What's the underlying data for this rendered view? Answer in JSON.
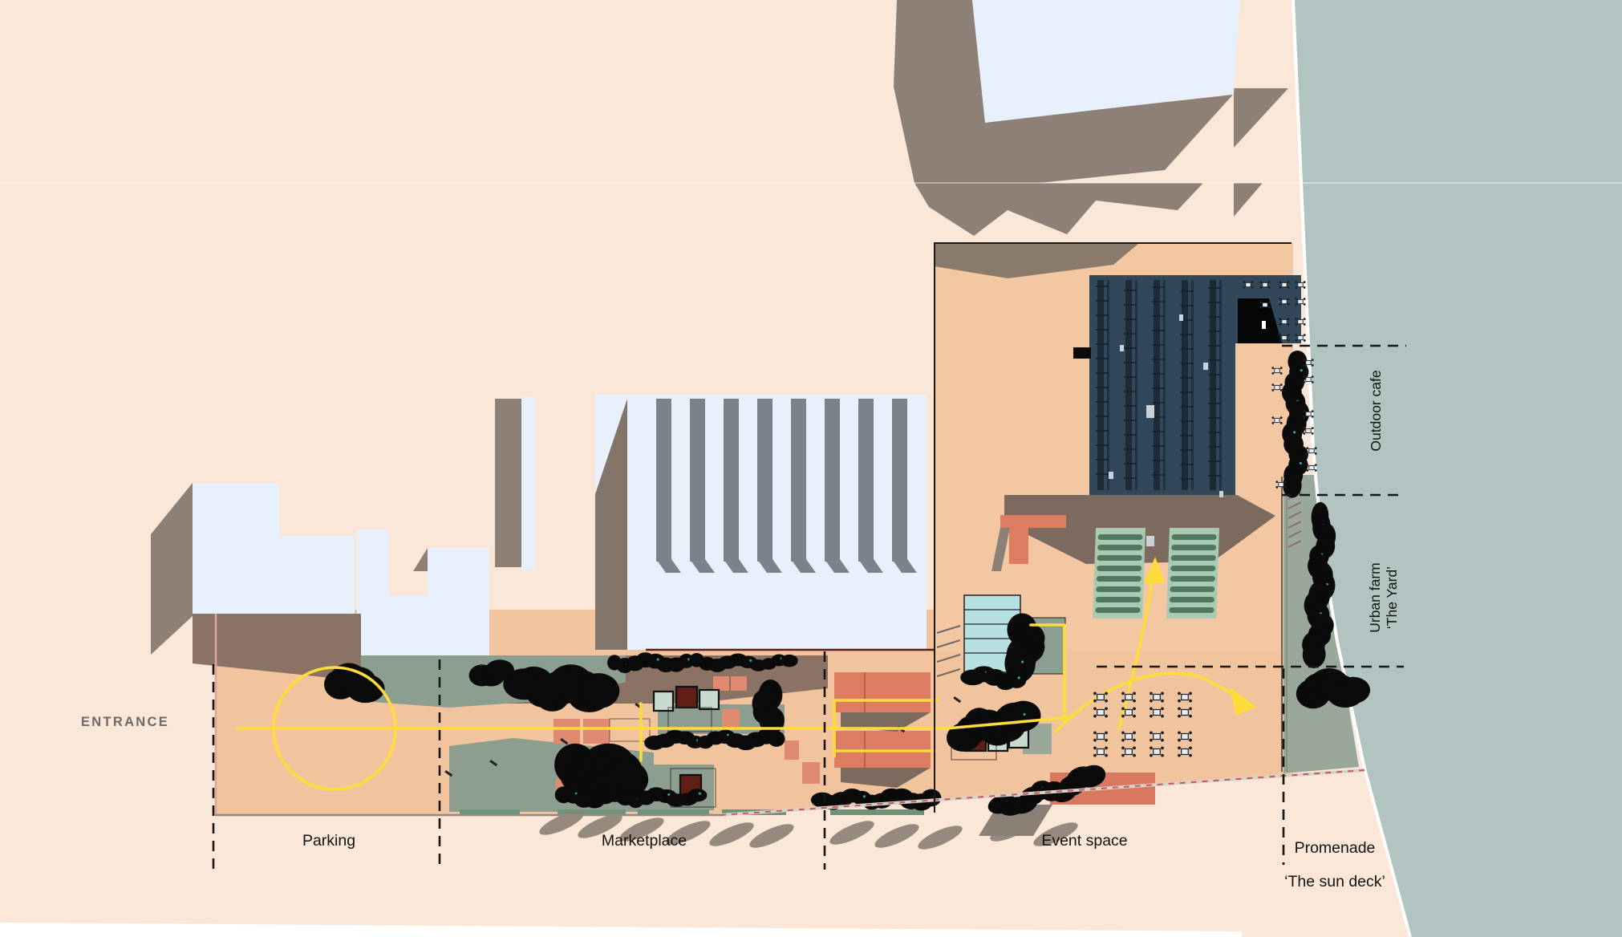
{
  "plan": {
    "entrance_label": "ENTRANCE",
    "zones": {
      "parking": "Parking",
      "marketplace": "Marketplace",
      "event_space": "Event space",
      "promenade_line1": "Promenade",
      "promenade_line2": "‘The sun deck’",
      "outdoor_cafe": "Outdoor cafe",
      "urban_farm_line1": "Urban farm",
      "urban_farm_line2": "‘The Yard’"
    },
    "colors": {
      "background": "#FBE7D8",
      "site_ground": "#F1C49E",
      "water": "#B1C4C2",
      "building_roof_white": "#E7F0FB",
      "shadow_warm_gray": "#8C8077",
      "shadow_brown": "#8A7365",
      "market_hall_navy": "#31485A",
      "accent_salmon": "#DC7C60",
      "urban_farm_green": "#A9C9B3",
      "promenade_deck_gray": "#9AA89C",
      "circulation_yellow": "#FFDC3A"
    }
  }
}
